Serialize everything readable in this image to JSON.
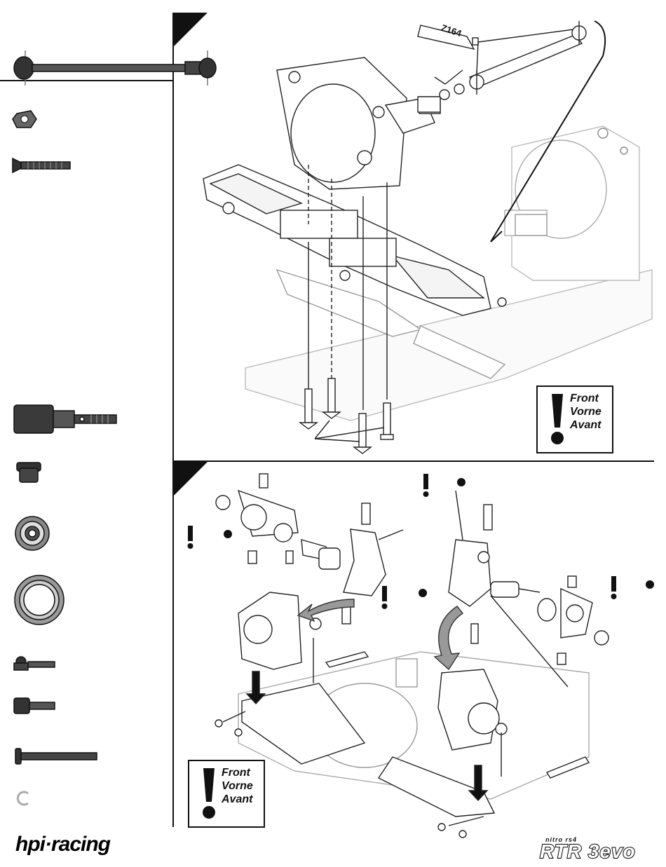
{
  "grease_label": "Z164",
  "note_top": {
    "lines": [
      "Front",
      "Vorne",
      "Avant"
    ]
  },
  "note_bottom": {
    "lines": [
      "Front",
      "Vorne",
      "Avant"
    ]
  },
  "brand_left": "hpi·racing",
  "brand_right_small": "nitro rs4",
  "brand_right": "RTR 3evo"
}
